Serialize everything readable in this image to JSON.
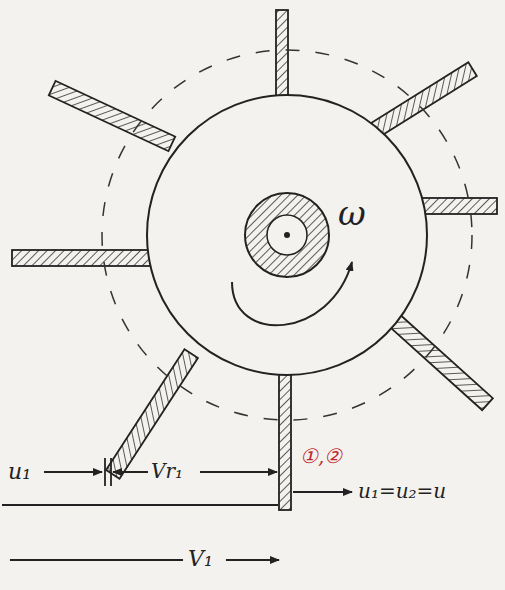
{
  "diagram": {
    "labels": [
      "ω",
      "u₁",
      "Vr₁",
      "V₁",
      "①,②",
      "u₁=u₂=u"
    ]
  }
}
